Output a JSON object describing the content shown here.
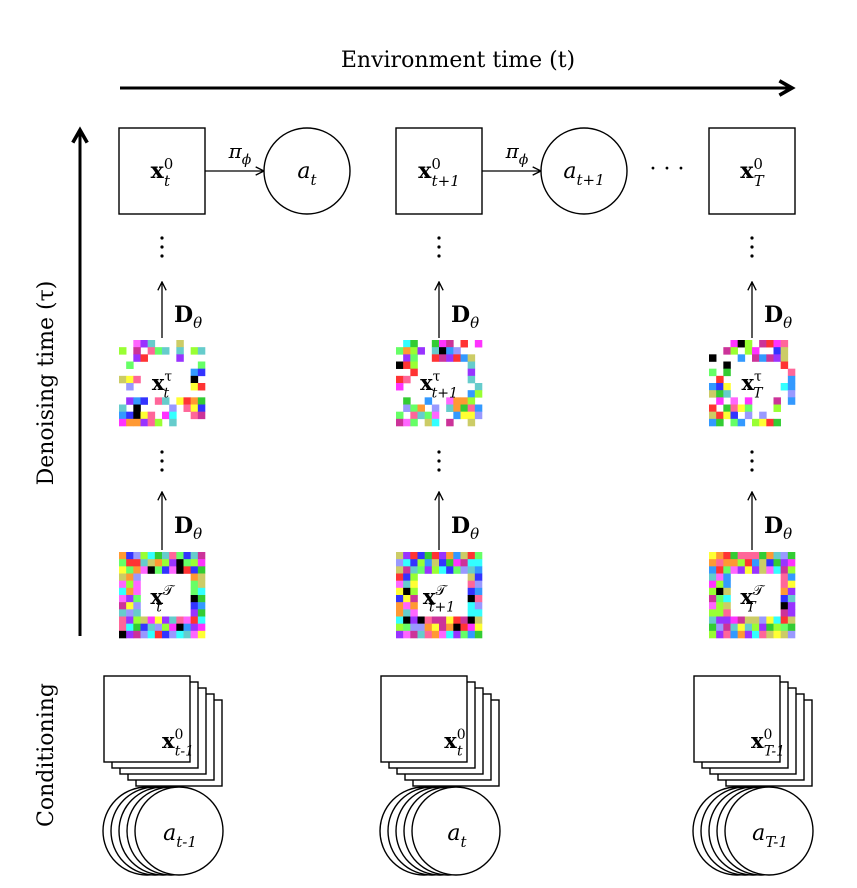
{
  "axes": {
    "x_label": "Environment time (t)",
    "y_label": "Denoising time (τ)",
    "conditioning_label": "Conditioning"
  },
  "policy_label": "π_ϕ",
  "denoiser_label": "D_θ",
  "ellipsis": "· · ·",
  "columns": [
    {
      "clean_state": "x_t^0",
      "action": "a_t",
      "mid_noisy_state": "x_t^τ",
      "full_noisy_state": "x_t^𝒯",
      "cond_state": "x_{t-1}^0",
      "cond_action": "a_{t-1}"
    },
    {
      "clean_state": "x_{t+1}^0",
      "action": "a_{t+1}",
      "mid_noisy_state": "x_{t+1}^τ",
      "full_noisy_state": "x_{t+1}^𝒯",
      "cond_state": "x_t^0",
      "cond_action": "a_t"
    },
    {
      "clean_state": "x_T^0",
      "action": "",
      "mid_noisy_state": "x_T^τ",
      "full_noisy_state": "x_T^𝒯",
      "cond_state": "x_{T-1}^0",
      "cond_action": "a_{T-1}"
    }
  ],
  "noise_palette": [
    "#ff3333",
    "#33cc33",
    "#3333ff",
    "#ff33ff",
    "#33ffff",
    "#ffff33",
    "#ff9933",
    "#9933ff",
    "#66ff66",
    "#ff6699",
    "#3399ff",
    "#99ff33",
    "#000000",
    "#cc3399",
    "#66cccc",
    "#cccc66",
    "#9999ff",
    "#ff66ff"
  ]
}
